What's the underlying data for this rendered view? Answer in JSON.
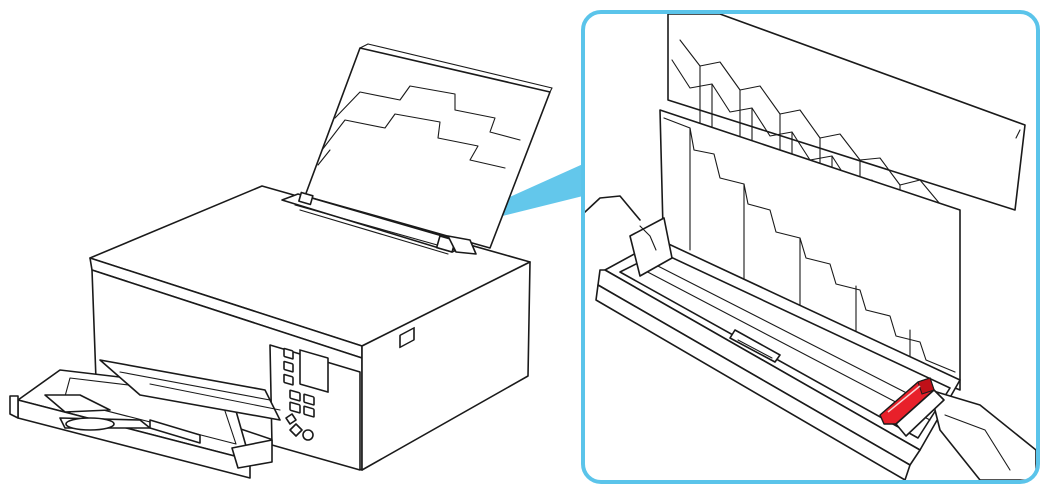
{
  "colors": {
    "callout_border": "#5bc4ea",
    "callout_beam": "#5bc4ea",
    "paper_guide_highlight": "#e8202a",
    "line_art": "#1a1a1a",
    "background": "#ffffff"
  },
  "figure": {
    "left_view": "printer-overview",
    "right_view": "rear-tray-closeup",
    "highlighted_part": "right-paper-guide"
  }
}
